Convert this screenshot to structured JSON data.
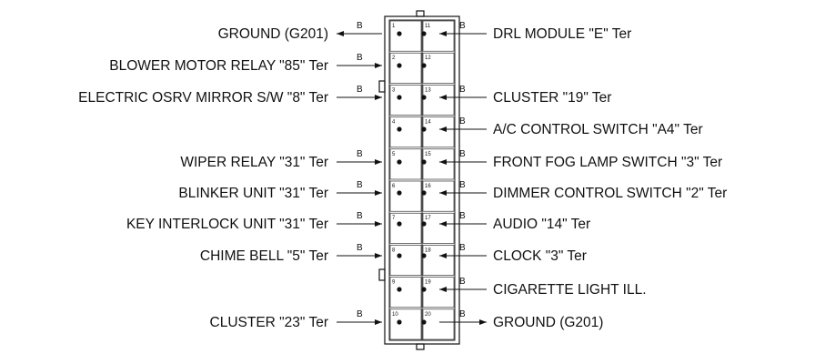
{
  "left_pins": [
    {
      "pin": "1",
      "label": "GROUND (G201)",
      "wire": "B",
      "dir": "out"
    },
    {
      "pin": "2",
      "label": "BLOWER MOTOR RELAY \"85\" Ter",
      "wire": "B",
      "dir": "in"
    },
    {
      "pin": "3",
      "label": "ELECTRIC OSRV MIRROR S/W \"8\" Ter",
      "wire": "B",
      "dir": "in"
    },
    {
      "pin": "4",
      "label": "",
      "wire": "",
      "dir": "none"
    },
    {
      "pin": "5",
      "label": "WIPER RELAY \"31\" Ter",
      "wire": "B",
      "dir": "in"
    },
    {
      "pin": "6",
      "label": "BLINKER UNIT \"31\" Ter",
      "wire": "B",
      "dir": "in"
    },
    {
      "pin": "7",
      "label": "KEY INTERLOCK UNIT \"31\" Ter",
      "wire": "B",
      "dir": "in"
    },
    {
      "pin": "8",
      "label": "CHIME BELL \"5\" Ter",
      "wire": "B",
      "dir": "in"
    },
    {
      "pin": "9",
      "label": "",
      "wire": "",
      "dir": "none"
    },
    {
      "pin": "10",
      "label": "CLUSTER \"23\" Ter",
      "wire": "B",
      "dir": "in"
    }
  ],
  "right_pins": [
    {
      "pin": "11",
      "label": "DRL MODULE \"E\" Ter",
      "wire": "B",
      "dir": "in"
    },
    {
      "pin": "12",
      "label": "",
      "wire": "",
      "dir": "none"
    },
    {
      "pin": "13",
      "label": "CLUSTER \"19\" Ter",
      "wire": "B",
      "dir": "in"
    },
    {
      "pin": "14",
      "label": "A/C CONTROL SWITCH \"A4\" Ter",
      "wire": "B",
      "dir": "in"
    },
    {
      "pin": "15",
      "label": "FRONT FOG LAMP SWITCH \"3\" Ter",
      "wire": "B",
      "dir": "in"
    },
    {
      "pin": "16",
      "label": "DIMMER CONTROL SWITCH \"2\" Ter",
      "wire": "B",
      "dir": "in"
    },
    {
      "pin": "17",
      "label": "AUDIO \"14\" Ter",
      "wire": "B",
      "dir": "in"
    },
    {
      "pin": "18",
      "label": "CLOCK \"3\" Ter",
      "wire": "B",
      "dir": "in"
    },
    {
      "pin": "19",
      "label": "CIGARETTE LIGHT ILL.",
      "wire": "B",
      "dir": "in"
    },
    {
      "pin": "20",
      "label": "GROUND (G201)",
      "wire": "B",
      "dir": "out"
    }
  ]
}
